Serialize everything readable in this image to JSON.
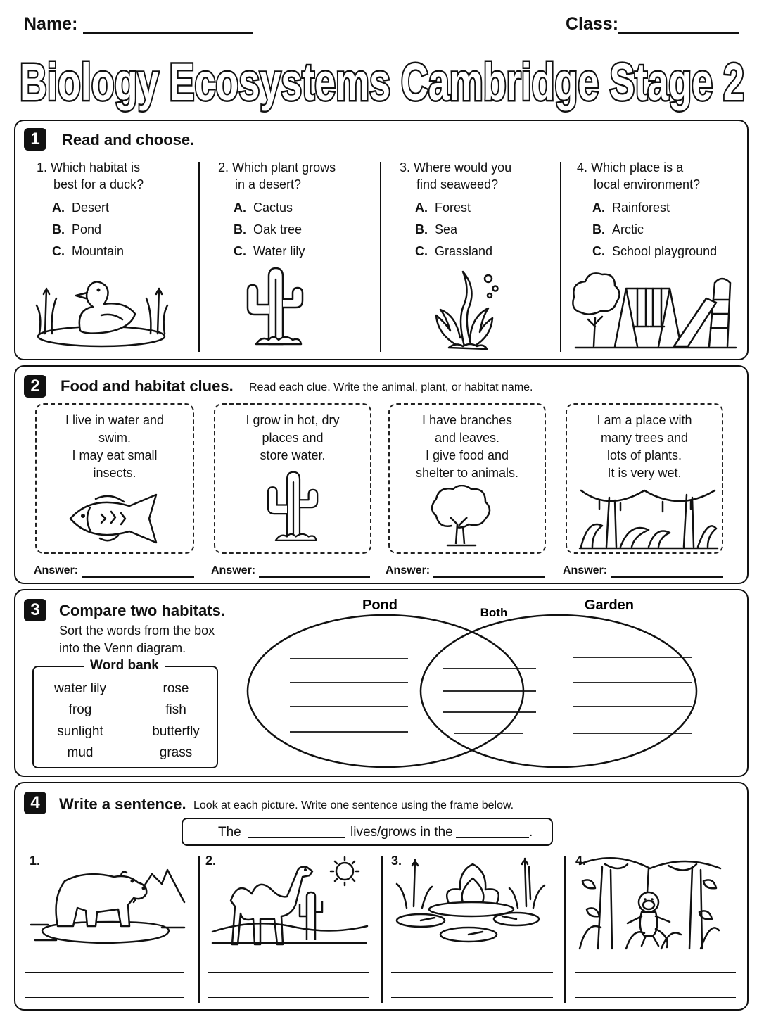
{
  "header": {
    "name_label": "Name:",
    "class_label": "Class:"
  },
  "title": "Biology Ecosystems Cambridge Stage 2",
  "section1": {
    "number": "1",
    "title": "Read and choose.",
    "questions": [
      {
        "number": "1.",
        "line1": "Which habitat is",
        "line2": "best for a duck?",
        "options": [
          [
            "A.",
            "Desert"
          ],
          [
            "B.",
            "Pond"
          ],
          [
            "C.",
            "Mountain"
          ]
        ]
      },
      {
        "number": "2.",
        "line1": "Which plant grows",
        "line2": "in a desert?",
        "options": [
          [
            "A.",
            "Cactus"
          ],
          [
            "B.",
            "Oak tree"
          ],
          [
            "C.",
            "Water lily"
          ]
        ]
      },
      {
        "number": "3.",
        "line1": "Where would you",
        "line2": "find seaweed?",
        "options": [
          [
            "A.",
            "Forest"
          ],
          [
            "B.",
            "Sea"
          ],
          [
            "C.",
            "Grassland"
          ]
        ]
      },
      {
        "number": "4.",
        "line1": "Which place is a",
        "line2": "local environment?",
        "options": [
          [
            "A.",
            "Rainforest"
          ],
          [
            "B.",
            "Arctic"
          ],
          [
            "C.",
            "School playground"
          ]
        ]
      }
    ],
    "icons": [
      "duck-pond-icon",
      "cactus-icon",
      "seaweed-icon",
      "playground-icon"
    ]
  },
  "section2": {
    "number": "2",
    "title": "Food and habitat clues.",
    "subtitle": "Read each clue. Write the animal, plant, or habitat name.",
    "clues": [
      {
        "lines": [
          "I live in water and",
          "swim.",
          "I may eat small",
          "insects."
        ]
      },
      {
        "lines": [
          "I grow in hot, dry",
          "places and",
          "store water."
        ]
      },
      {
        "lines": [
          "I have branches",
          "and leaves.",
          "I give food and",
          "shelter to animals."
        ]
      },
      {
        "lines": [
          "I am a place with",
          "many trees and",
          "lots of plants.",
          "It is very wet."
        ]
      }
    ],
    "answer_label": "Answer:",
    "icons": [
      "fish-icon",
      "cactus-icon",
      "tree-icon",
      "rainforest-icon"
    ]
  },
  "section3": {
    "number": "3",
    "title": "Compare two habitats.",
    "instr1": "Sort the words from the box",
    "instr2": "into the Venn diagram.",
    "wordbank_title": "Word bank",
    "words": [
      "water lily",
      "rose",
      "frog",
      "fish",
      "sunlight",
      "butterfly",
      "mud",
      "grass"
    ],
    "venn": {
      "left": "Pond",
      "middle": "Both",
      "right": "Garden"
    }
  },
  "section4": {
    "number": "4",
    "title": "Write a sentence.",
    "subtitle": "Look at each picture. Write one sentence using the frame below.",
    "frame": {
      "the": "The",
      "middle": "lives/grows in the",
      "end": "."
    },
    "pictures": [
      {
        "number": "1.",
        "icon": "polar-bear-icon"
      },
      {
        "number": "2.",
        "icon": "camel-desert-icon"
      },
      {
        "number": "3.",
        "icon": "lotus-pond-icon"
      },
      {
        "number": "4.",
        "icon": "monkey-jungle-icon"
      }
    ]
  }
}
